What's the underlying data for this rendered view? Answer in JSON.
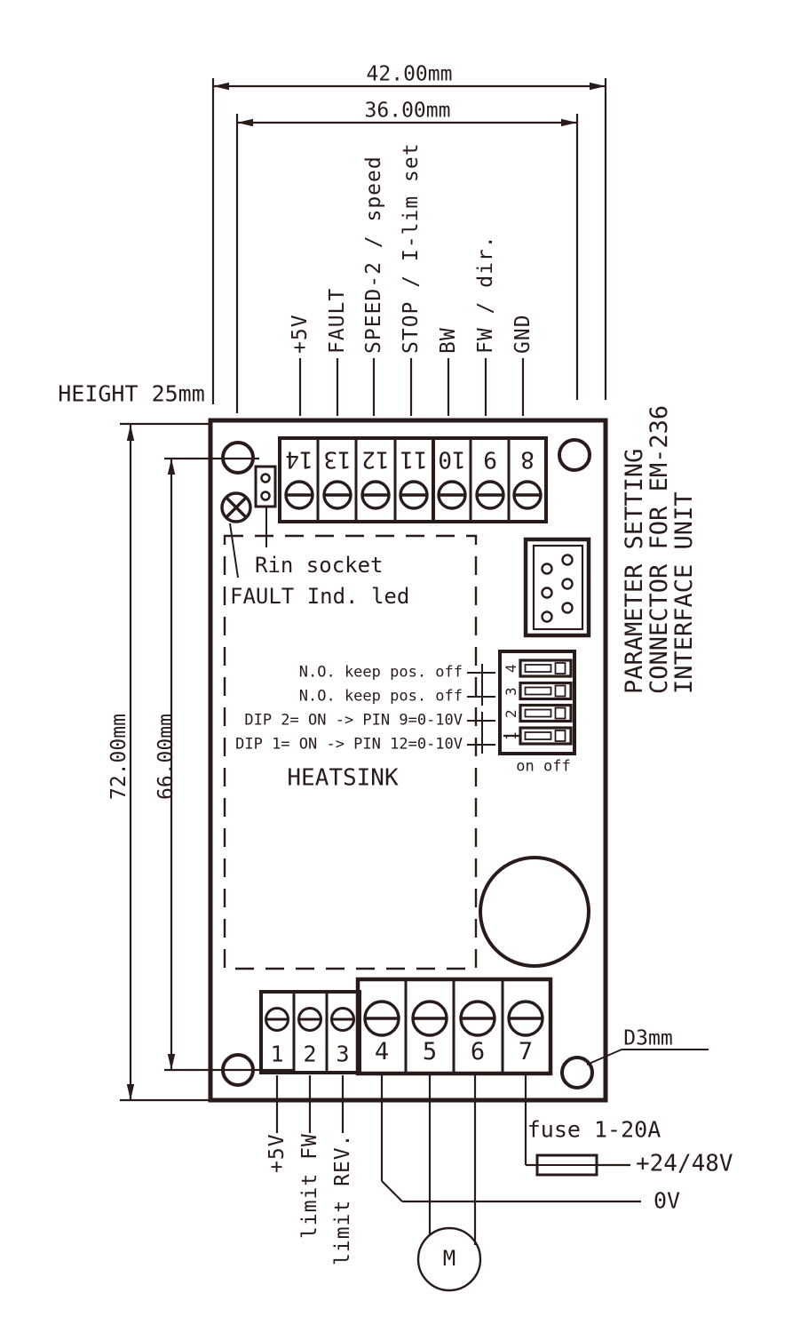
{
  "page": {
    "background": "#ffffff",
    "ink": "#2a1b1b"
  },
  "title_block": {
    "lines": [
      "PARAMETER SETTING",
      "CONNECTOR FOR EM-236",
      "INTERFACE UNIT"
    ]
  },
  "dimensions": {
    "width_outer": "42.00mm",
    "width_inner": "36.00mm",
    "height_outer": "72.00mm",
    "height_inner": "66.00mm",
    "board_height_note": "HEIGHT 25mm",
    "hole_diameter": "D3mm"
  },
  "top_terminals": {
    "numbers": [
      "14",
      "13",
      "12",
      "11",
      "10",
      "9",
      "8"
    ],
    "signal_labels": [
      "+5V",
      "FAULT",
      "SPEED-2 / speed",
      "STOP / I-lim set",
      "BW",
      "FW / dir.",
      "GND"
    ]
  },
  "bottom_terminals": {
    "numbers": [
      "1",
      "2",
      "3",
      "4",
      "5",
      "6",
      "7"
    ],
    "signal_labels": [
      "+5V",
      "limit FW",
      "limit REV."
    ]
  },
  "board_annotations": {
    "rin_socket": "Rin socket",
    "fault_led": "FAULT Ind. led",
    "heatsink": "HEATSINK"
  },
  "dip_switch": {
    "row_notes": [
      "N.O. keep pos. off",
      "N.O. keep pos. off",
      "DIP 2= ON -> PIN 9=0-10V",
      "DIP 1= ON -> PIN 12=0-10V"
    ],
    "switch_numbers": [
      "4",
      "3",
      "2",
      "1"
    ],
    "position_label": "on off"
  },
  "power": {
    "fuse_label": "fuse 1-20A",
    "supply_label": "+24/48V",
    "ground_label": "0V",
    "motor_label": "M"
  }
}
